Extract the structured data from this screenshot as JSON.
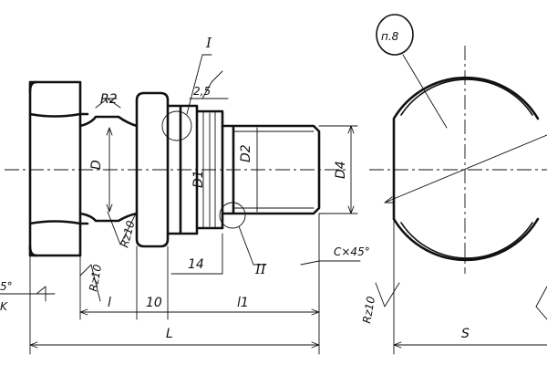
{
  "labels": {
    "part_note": "п.8",
    "detail_I": "I",
    "detail_II": "II",
    "radius": "R2",
    "step_width": "2,5",
    "diam_D": "D",
    "diam_D1": "D1",
    "diam_D2": "D2",
    "diam_D4": "D4",
    "roughness_a": "Rz10",
    "roughness_b": "Rz10",
    "roughness_c": "Rz10",
    "len_14": "14",
    "chamfer": "C×45°",
    "len_l": "l",
    "len_10": "10",
    "len_l1": "l1",
    "len_L": "L",
    "len_S": "S",
    "cut_left_top": "5°",
    "cut_left_bot": "K"
  }
}
